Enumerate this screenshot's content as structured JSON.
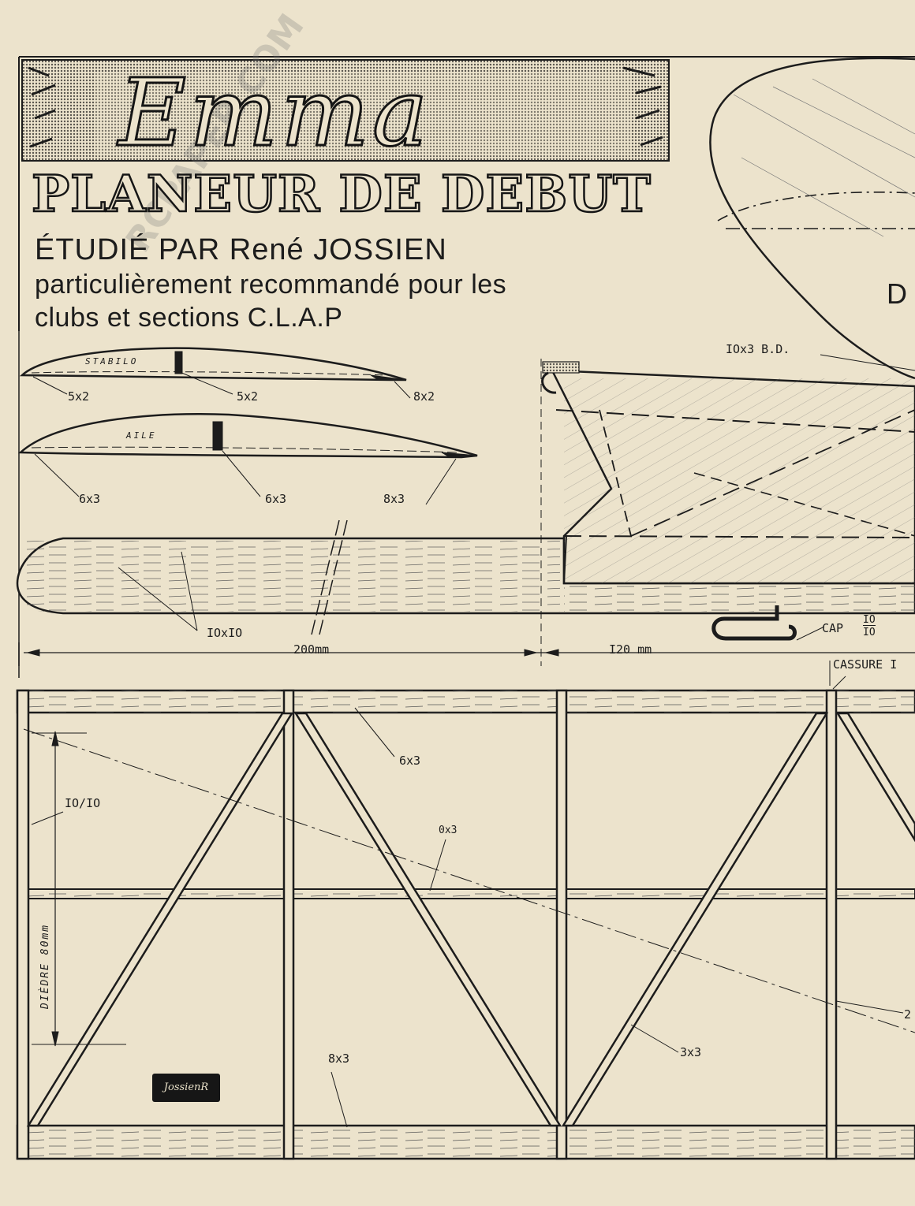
{
  "header": {
    "title": "Emma",
    "subtitle": "PLANEUR DE DEBUT",
    "author_line": "ÉTUDIÉ PAR René JOSSIEN",
    "recommend_line1": "particulièrement recommandé pour les",
    "recommend_line2": "clubs et sections C.L.A.P",
    "cut_letter": "D"
  },
  "profiles": {
    "stabilo": {
      "name": "STABILO",
      "le": "5x2",
      "spar": "5x2",
      "te": "8x2"
    },
    "aile": {
      "name": "AILE",
      "le": "6x3",
      "spar": "6x3",
      "te": "8x3"
    }
  },
  "fuselage": {
    "section_label": "IOxIO",
    "dim_nose": "200mm",
    "dim_mid": "I20 mm",
    "fin_label": "IOx3 B.D.",
    "hook_label": "CAP",
    "hook_num_top": "IO",
    "hook_num_bottom": "IO"
  },
  "wing": {
    "cut_label": "CASSURE I",
    "le_label": "6x3",
    "rib_label": "IO/IO",
    "diag_label": "0x3",
    "dihedral_label": "DIÈDRE 80mm",
    "te_label": "8x3",
    "brace_label": "3x3",
    "edge_label": "2"
  },
  "signature": "JossienR",
  "watermark": "RCPAPER.COM",
  "colors": {
    "paper": "#ece3cc",
    "ink": "#1c1c1c",
    "screen": "#b8b2a4"
  }
}
